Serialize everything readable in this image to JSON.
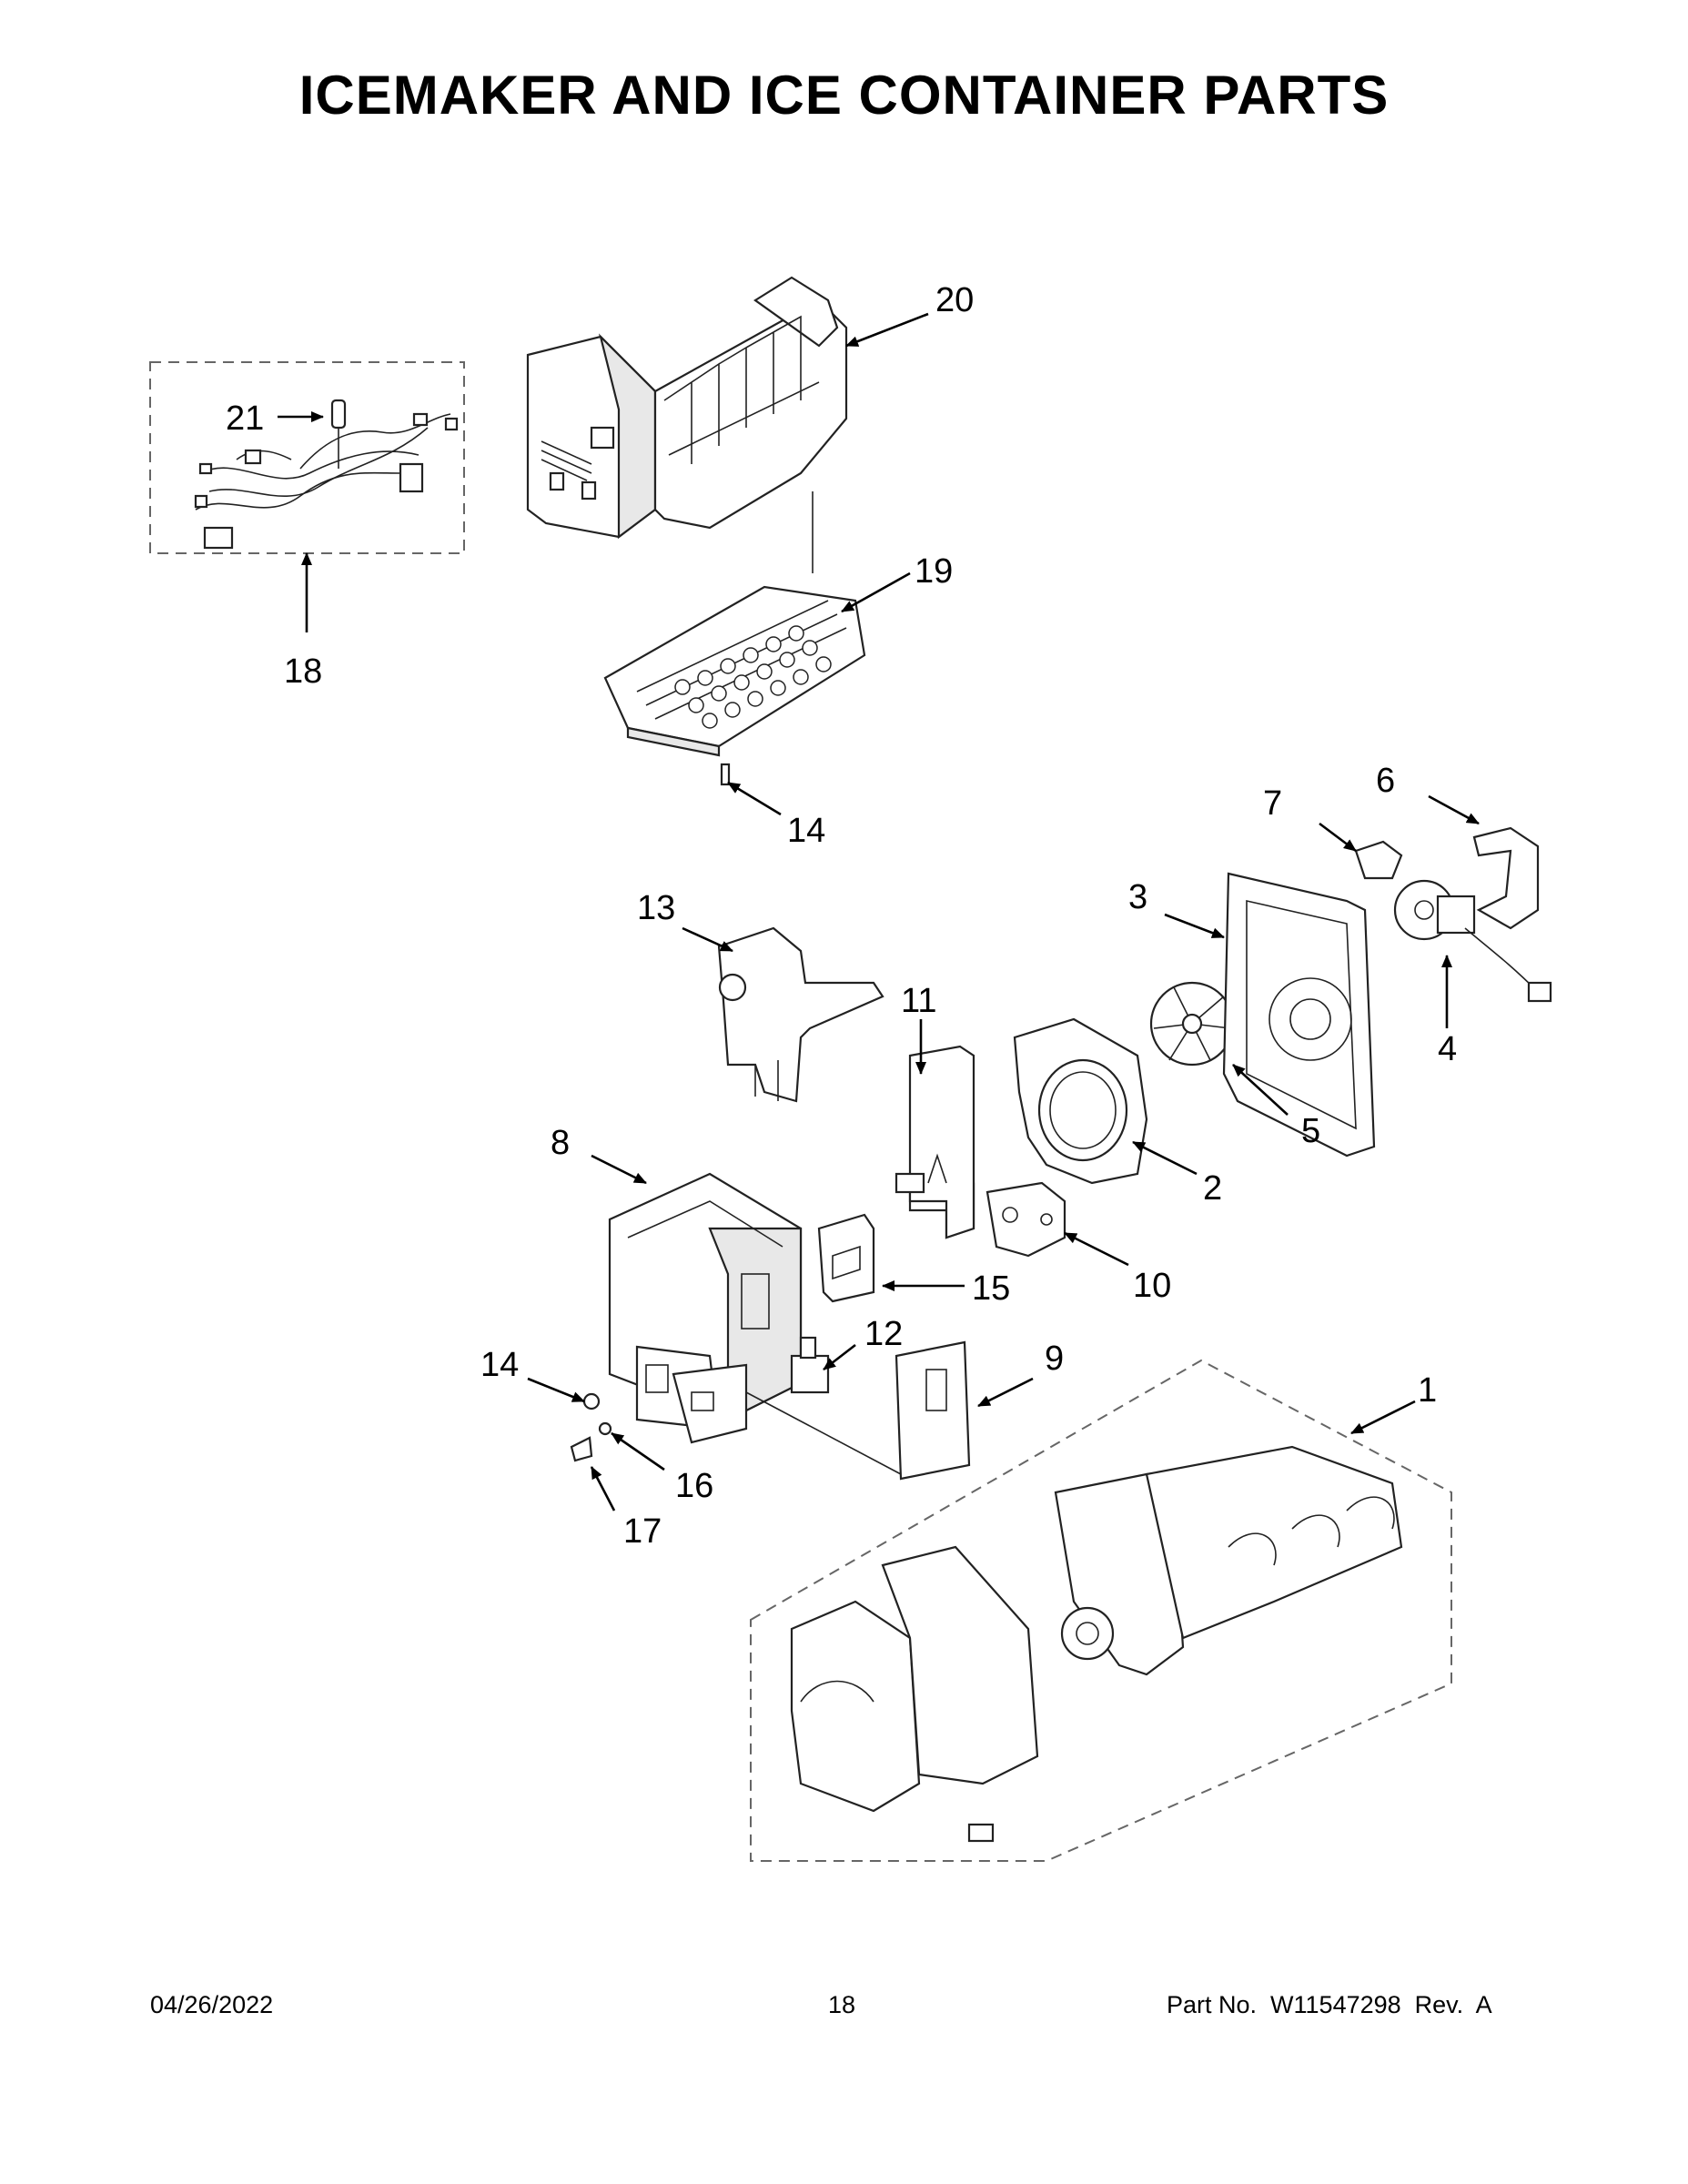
{
  "page": {
    "title": "ICEMAKER AND ICE CONTAINER PARTS",
    "date": "04/26/2022",
    "page_number": "18",
    "part_number": "Part No.  W11547298  Rev.  A"
  },
  "callouts": [
    {
      "id": "c20",
      "label": "20"
    },
    {
      "id": "c21",
      "label": "21"
    },
    {
      "id": "c18",
      "label": "18"
    },
    {
      "id": "c19",
      "label": "19"
    },
    {
      "id": "c14a",
      "label": "14"
    },
    {
      "id": "c7",
      "label": "7"
    },
    {
      "id": "c6",
      "label": "6"
    },
    {
      "id": "c3",
      "label": "3"
    },
    {
      "id": "c4",
      "label": "4"
    },
    {
      "id": "c13",
      "label": "13"
    },
    {
      "id": "c11",
      "label": "11"
    },
    {
      "id": "c5",
      "label": "5"
    },
    {
      "id": "c2",
      "label": "2"
    },
    {
      "id": "c8",
      "label": "8"
    },
    {
      "id": "c10",
      "label": "10"
    },
    {
      "id": "c15",
      "label": "15"
    },
    {
      "id": "c12",
      "label": "12"
    },
    {
      "id": "c9",
      "label": "9"
    },
    {
      "id": "c14b",
      "label": "14"
    },
    {
      "id": "c16",
      "label": "16"
    },
    {
      "id": "c17",
      "label": "17"
    },
    {
      "id": "c1",
      "label": "1"
    }
  ]
}
